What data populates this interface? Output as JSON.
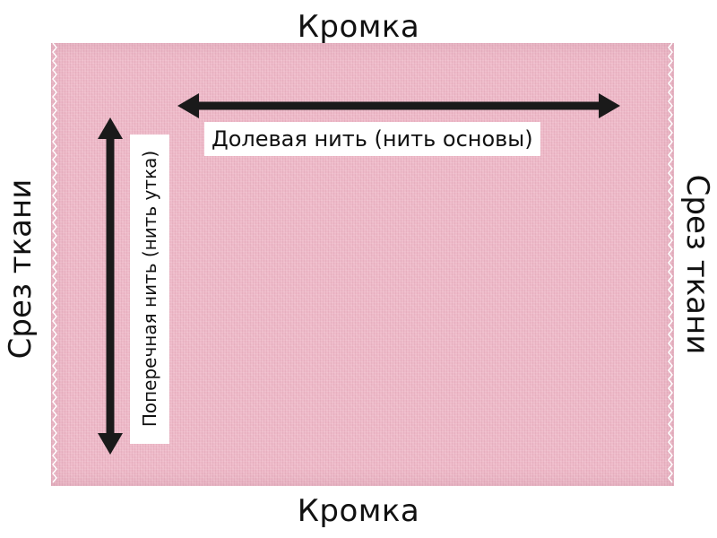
{
  "labels": {
    "top": "Кромка",
    "bottom": "Кромка",
    "left": "Срез ткани",
    "right": "Срез ткани"
  },
  "arrows": {
    "horizontal_label": "Долевая нить (нить основы)",
    "vertical_label": "Поперечная нить (нить утка)"
  },
  "colors": {
    "fabric": "#eeb9c8",
    "arrow": "#1a1a1a",
    "label_background": "#ffffff"
  }
}
